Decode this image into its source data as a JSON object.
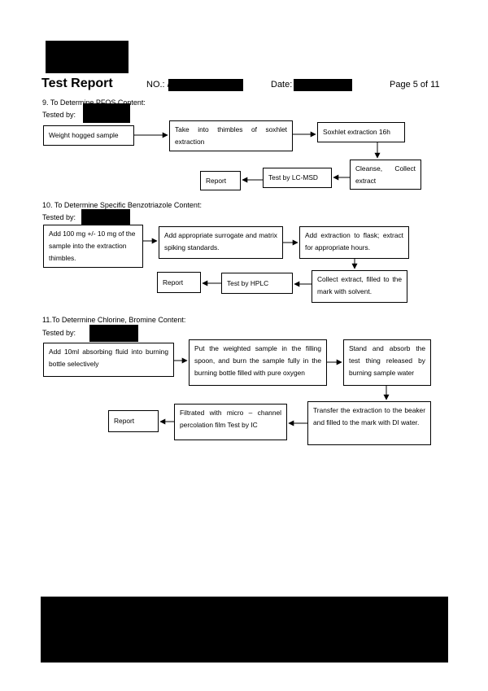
{
  "header": {
    "title": "Test Report",
    "no_label": "NO.: /",
    "date_label": "Date:",
    "page": "Page 5 of 11"
  },
  "sections": [
    {
      "heading": "9. To Determine PFOS Content:",
      "tested_by": "Tested by:",
      "steps": [
        "Weight hogged sample",
        "Take into thimbles of soxhlet extraction",
        "Soxhlet extraction 16h",
        "Cleanse, Collect extract",
        "Test by LC-MSD",
        "Report"
      ]
    },
    {
      "heading": "10. To Determine Specific Benzotriazole Content:",
      "tested_by": "Tested by:",
      "steps": [
        "Add 100 mg +/- 10 mg of the sample into the extraction thimbles.",
        "Add appropriate surrogate and matrix spiking standards.",
        "Add extraction to flask; extract for appropriate hours.",
        "Collect extract, filled to the mark with solvent.",
        "Test by HPLC",
        "Report"
      ]
    },
    {
      "heading": "11.To Determine Chlorine, Bromine Content:",
      "tested_by": "Tested by:",
      "steps": [
        "Add 10ml absorbing fluid into burning bottle selectively",
        "Put the weighted sample in the filling spoon, and burn the sample fully in the burning bottle filled with pure oxygen",
        "Stand and absorb the test thing released by burning sample water",
        "Transfer the extraction to the beaker and filled to the mark with DI water.",
        "Filtrated with micro – channel percolation film Test by IC",
        "Report"
      ]
    }
  ]
}
